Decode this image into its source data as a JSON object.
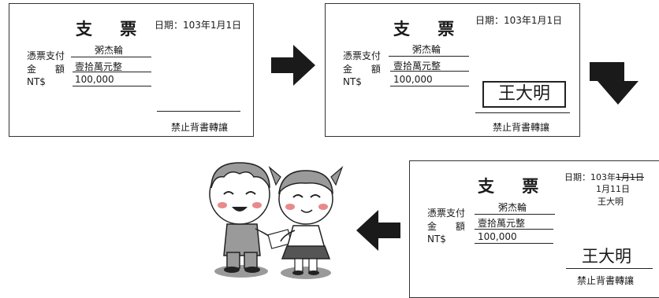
{
  "cheque": {
    "title": "支 票",
    "date_prefix": "日期：",
    "date_full": "日期：103年1月1日",
    "date_year": "103年",
    "date_old": "1月1日",
    "date_new": "1月11日",
    "date_signer": "王大明",
    "payee_label": "憑票支付",
    "payee_value": "粥杰輪",
    "amount_label": "金 額",
    "amount_value": "壹拾萬元整",
    "currency_label": "NT$",
    "currency_value": "100,000",
    "endorsement_note": "禁止背書轉讓",
    "signature": "王大明"
  },
  "icons": {
    "arrow_right": "arrow-right-icon",
    "arrow_down": "arrow-down-icon",
    "arrow_left": "arrow-left-icon",
    "children": "children-exchanging-cheque-illustration"
  }
}
